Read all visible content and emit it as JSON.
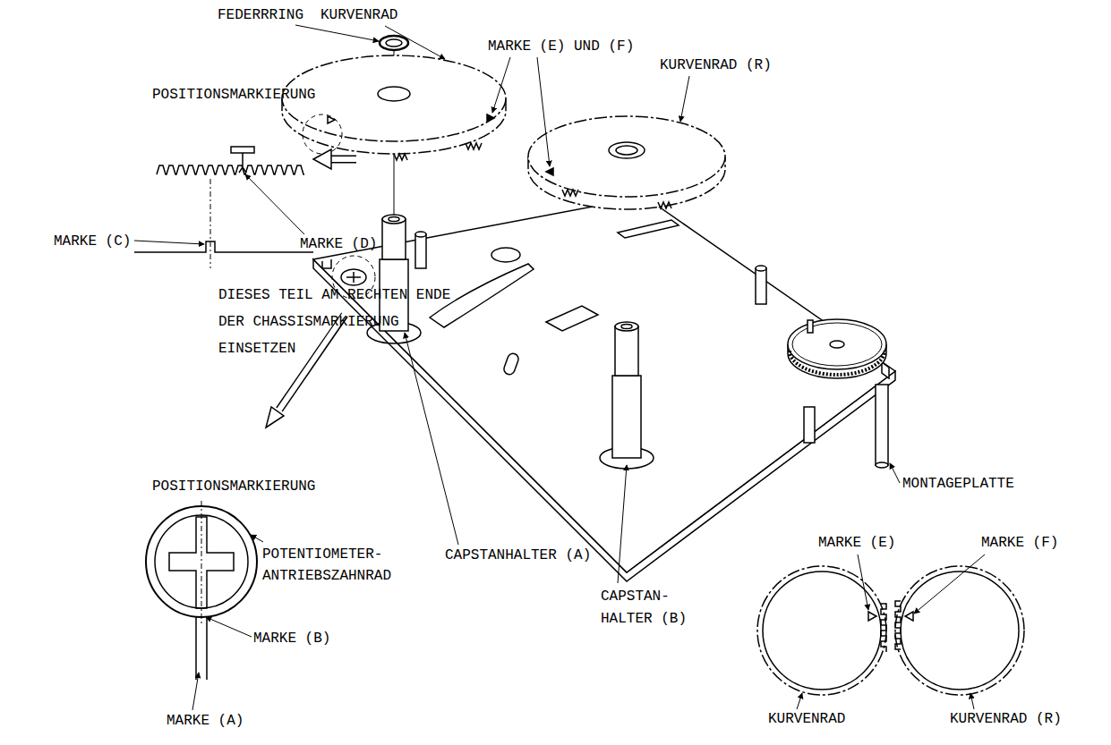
{
  "diagram": {
    "labels": [
      "FEDERRRING",
      "KURVENRAD",
      "MARKE (E) UND (F)",
      "KURVENRAD (R)",
      "POSITIONSMARKIERUNG",
      "MARKE (C)",
      "MARKE (D)",
      "DIESES TEIL AM RECHTEN ENDE DER CHASSISMARKIERUNG EINSETZEN",
      "POSITIONSMARKIERUNG",
      "POTENTIOMETER- ANTRIEBSZAHNRAD",
      "MARKE (B)",
      "MARKE (A)",
      "CAPSTANHALTER (A)",
      "CAPSTAN- HALTER (B)",
      "MONTAGEPLATTE",
      "MARKE (E)",
      "MARKE (F)",
      "KURVENRAD",
      "KURVENRAD (R)"
    ]
  }
}
